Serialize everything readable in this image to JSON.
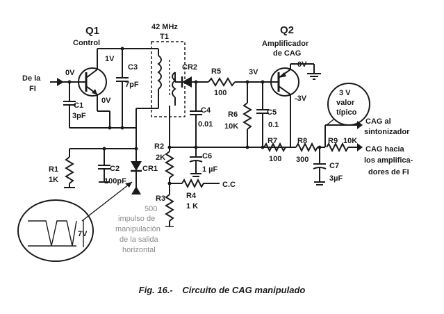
{
  "labels": {
    "q1": "Q1",
    "q1_name": "Control",
    "q2": "Q2",
    "q2_name_1": "Amplificador",
    "q2_name_2": "de CAG",
    "freq": "42 MHz",
    "t1": "T1",
    "de_la": "De la",
    "fi": "FI",
    "v0_in": "0V",
    "v1": "1V",
    "v0_q1": "0V",
    "v3": "3V",
    "v0_q2": "0V",
    "vm3": "-3V",
    "c1": "C1",
    "c1_val": "3pF",
    "c3": "C3",
    "c3_val": "7pF",
    "cr2": "CR2",
    "r5": "R5",
    "r5_val": "100",
    "c4": "C4",
    "c4_val": "0.01",
    "r6": "R6",
    "r6_val": "10K",
    "c5": "C5",
    "c5_val": "0.1",
    "r2": "R2",
    "r2_val": "2K",
    "c6": "C6",
    "c6_val": "1 µF",
    "r7": "R7",
    "r7_val": "100",
    "r8": "R8",
    "r8_val": "300",
    "r9": "R9",
    "r9_val": "10K",
    "c7": "C7",
    "c7_val": "3µF",
    "r1": "R1",
    "r1_val": "1K",
    "c2": "C2",
    "c2_val": "100pF",
    "cr1": "CR1",
    "r3": "R3",
    "r3_val": "500",
    "r4": "R4",
    "r4_val": "1 K",
    "cc": "C.C",
    "bubble_1": "3 V",
    "bubble_2": "valor",
    "bubble_3": "típico",
    "out1_1": "CAG al",
    "out1_2": "sintonizador",
    "out2_1": "CAG hacia",
    "out2_2": "los amplifica-",
    "out2_3": "dores de FI",
    "pulse_1": "impulso de",
    "pulse_2": "manipulación",
    "pulse_3": "de la salida",
    "pulse_4": "horizontal",
    "pulse_v": "7V"
  },
  "caption": {
    "prefix": "Fig. 16.-",
    "text": "Circuito de CAG manipulado"
  }
}
